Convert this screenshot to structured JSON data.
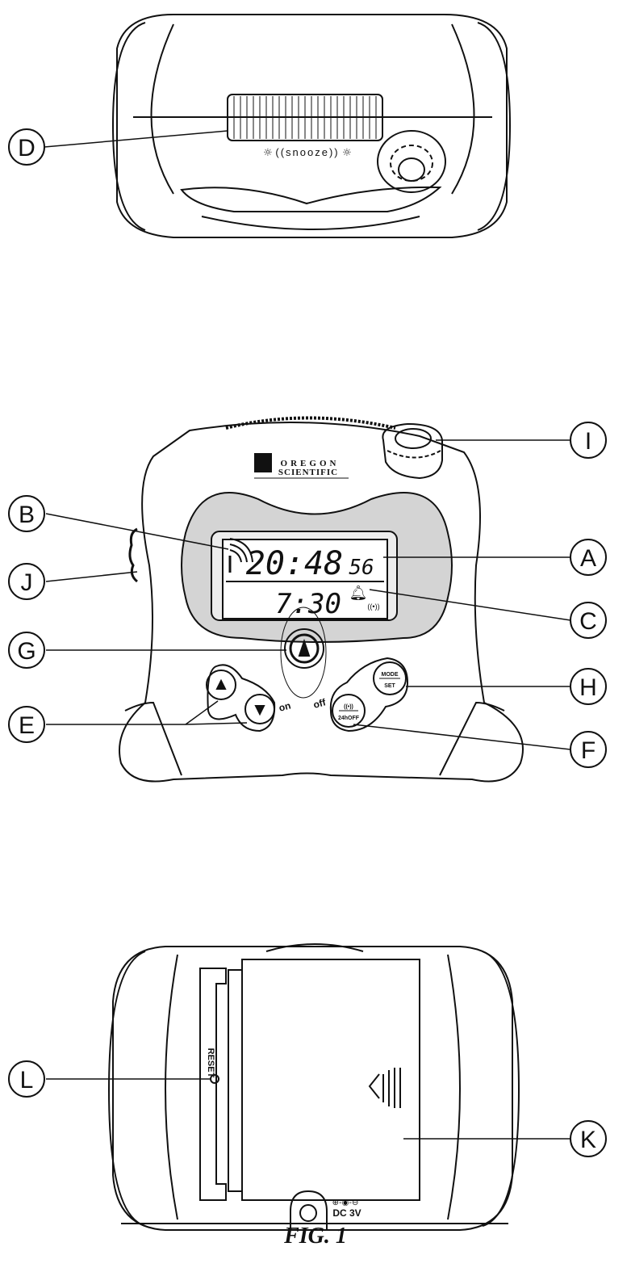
{
  "figure": {
    "caption": "FIG. 1",
    "callouts": {
      "A": "A",
      "B": "B",
      "C": "C",
      "D": "D",
      "E": "E",
      "F": "F",
      "G": "G",
      "H": "H",
      "I": "I",
      "J": "J",
      "K": "K",
      "L": "L"
    }
  },
  "top_view": {
    "snooze_label": "((snooze))"
  },
  "front_view": {
    "brand_line1": "OREGON",
    "brand_line2": "SCIENTIFIC",
    "lcd_time": "20:48",
    "lcd_seconds": "56",
    "lcd_alarm_time": "7:30",
    "lcd_radio_symbol": "((•))",
    "mode_label": "MODE",
    "set_label": "SET",
    "radio_label": "((•))",
    "hour_label": "24hOFF",
    "on_label": "on",
    "off_label": "off"
  },
  "bottom_view": {
    "reset_label": "RESET",
    "dc_label": "DC 3V",
    "polarity_label": "⊕-◉-⊖"
  }
}
